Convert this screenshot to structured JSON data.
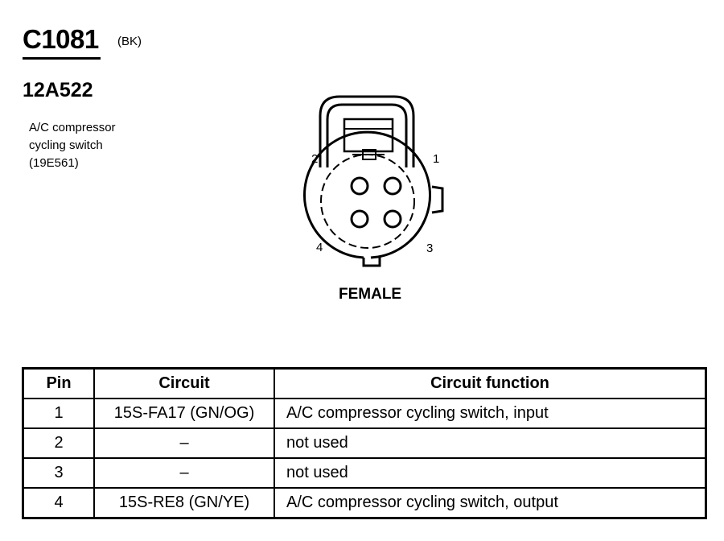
{
  "connector": {
    "id": "C1081",
    "color_code": "(BK)",
    "part_number": "12A522",
    "description_lines": [
      "A/C compressor",
      "cycling switch",
      "(19E561)"
    ],
    "gender": "FEMALE",
    "pin_labels": [
      "1",
      "2",
      "3",
      "4"
    ]
  },
  "table": {
    "headers": [
      "Pin",
      "Circuit",
      "Circuit function"
    ],
    "rows": [
      {
        "pin": "1",
        "circuit": "15S-FA17 (GN/OG)",
        "function": "A/C compressor cycling switch, input"
      },
      {
        "pin": "2",
        "circuit": "–",
        "function": "not used"
      },
      {
        "pin": "3",
        "circuit": "–",
        "function": "not used"
      },
      {
        "pin": "4",
        "circuit": "15S-RE8 (GN/YE)",
        "function": "A/C compressor cycling switch, output"
      }
    ]
  }
}
